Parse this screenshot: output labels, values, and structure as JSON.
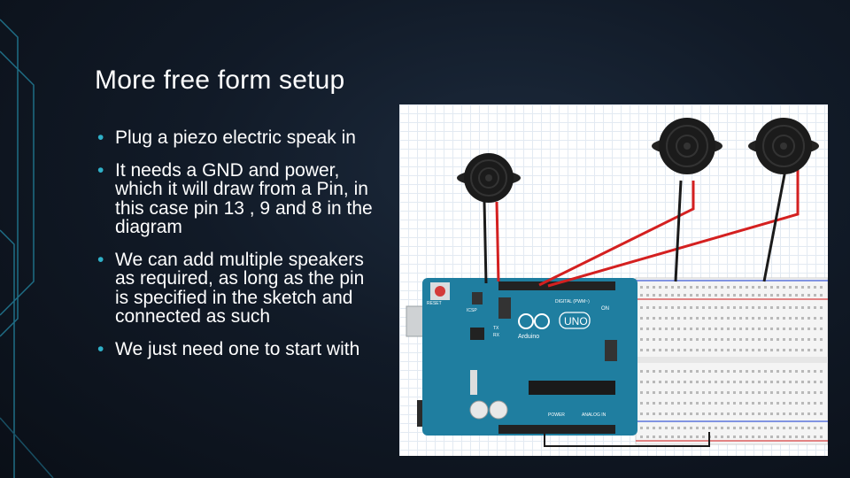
{
  "slide": {
    "title": "More free form setup",
    "bullets": [
      "Plug a piezo electric speak in",
      "It needs a GND and power, which it will draw from a Pin, in this case pin 13 , 9 and 8 in the diagram",
      "We can add multiple speakers as required, as long as the pin is specified in the sketch and connected as such",
      "We just need one to start with"
    ]
  },
  "diagram": {
    "board_logo": "UNO",
    "board_brand": "Arduino",
    "reset_label": "RESET",
    "icsp_label": "ICSP",
    "on_label": "ON",
    "tx_label": "TX",
    "rx_label": "RX",
    "digital_label": "DIGITAL (PWM~)",
    "power_label": "POWER",
    "analog_label": "ANALOG IN",
    "colors": {
      "background_top": "#1c2a3c",
      "background_bottom": "#0a0f17",
      "accent": "#2fb0c8",
      "board": "#1f7ea0",
      "wire_power": "#d42020",
      "wire_ground": "#1a1a1a"
    }
  }
}
